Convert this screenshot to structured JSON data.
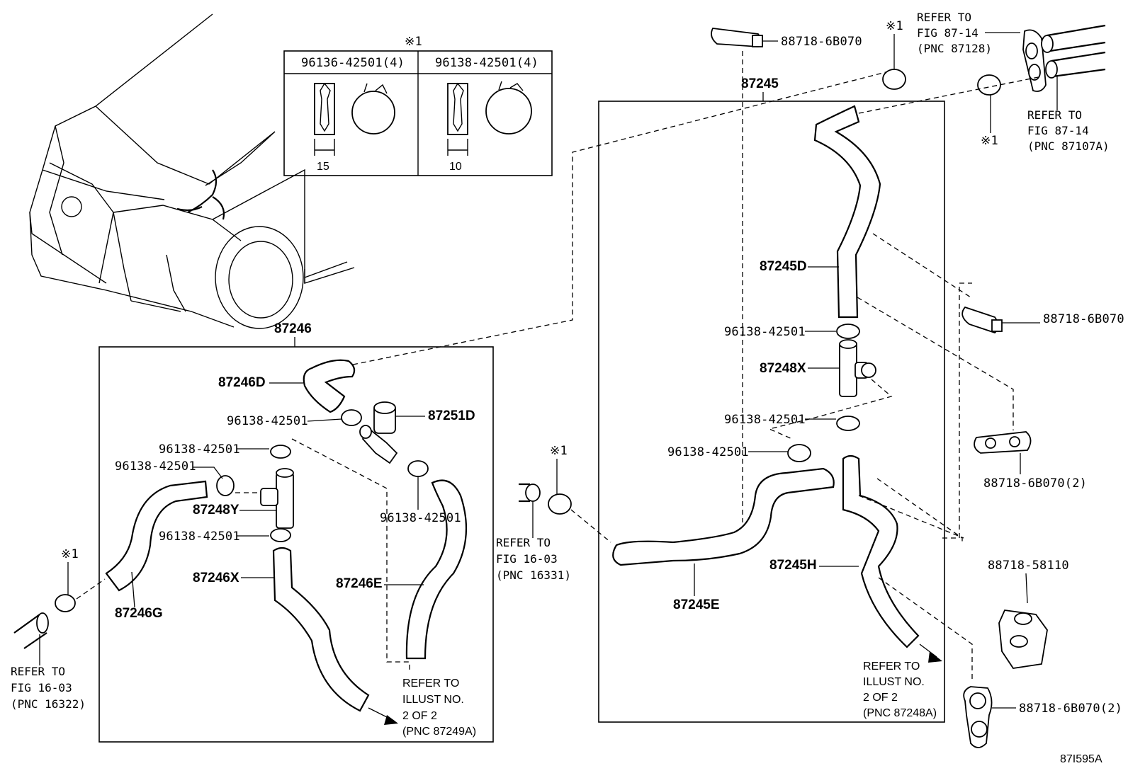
{
  "figure_code": "87I595A",
  "table": {
    "marker": "※1",
    "columns": [
      {
        "part_no": "96136-42501(4)",
        "dimension": "15"
      },
      {
        "part_no": "96138-42501(4)",
        "dimension": "10"
      }
    ]
  },
  "group_labels": {
    "left_group": "87246",
    "right_group": "87245"
  },
  "left_parts": {
    "hose_d": "87246D",
    "valve_d": "87251D",
    "clamp_1": "96138-42501",
    "clamp_2": "96138-42501",
    "clamp_3": "96138-42501",
    "clamp_4": "96138-42501",
    "clamp_5": "96138-42501",
    "joint_y": "87248Y",
    "hose_x": "87246X",
    "hose_e": "87246E",
    "hose_g": "87246G",
    "marker": "※1"
  },
  "right_parts": {
    "hose_d": "87245D",
    "clamp_1": "96138-42501",
    "joint_x": "87248X",
    "clamp_2": "96138-42501",
    "clamp_3": "96138-42501",
    "hose_e": "87245E",
    "hose_h": "87245H"
  },
  "clips": {
    "top": "88718-6B070",
    "side": "88718-6B070",
    "mid": "88718-6B070(2)",
    "bracket": "88718-58110",
    "bottom": "88718-6B070(2)"
  },
  "markers": {
    "top_a": "※1",
    "top_b": "※1",
    "mid": "※1"
  },
  "references": {
    "fig_87128": [
      "REFER TO",
      "FIG 87-14",
      "(PNC 87128)"
    ],
    "fig_87107a": [
      "REFER TO",
      "FIG 87-14",
      "(PNC 87107A)"
    ],
    "fig_16331": [
      "REFER TO",
      "FIG 16-03",
      "(PNC 16331)"
    ],
    "fig_16322": [
      "REFER TO",
      "FIG 16-03",
      "(PNC 16322)"
    ],
    "illust_87249a": [
      "REFER TO",
      "ILLUST NO.",
      "2 OF 2",
      "(PNC 87249A)"
    ],
    "illust_87248a": [
      "REFER TO",
      "ILLUST NO.",
      "2 OF 2",
      "(PNC 87248A)"
    ]
  }
}
